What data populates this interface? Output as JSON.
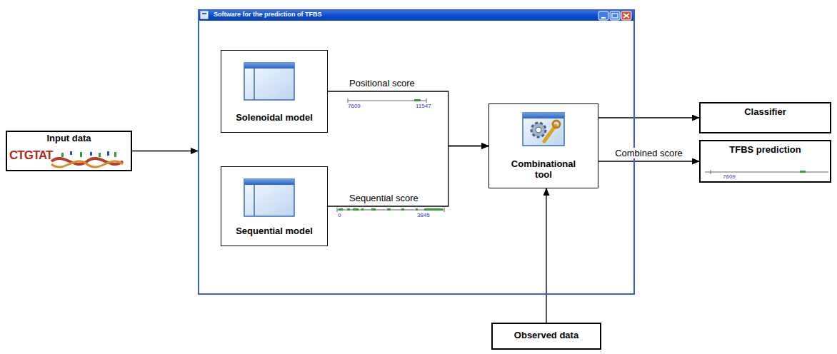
{
  "diagram": {
    "nodes": [
      {
        "text": [
          "Software for the prediction of TFBS"
        ]
      },
      {
        "text": [
          "Input data"
        ]
      },
      {
        "text": [
          "Solenoidal model"
        ],
        "in": 0
      },
      {
        "text": [
          "Sequential model"
        ],
        "in": 0
      },
      {
        "text": [
          "Combinational tool"
        ],
        "in": 0
      },
      {
        "text": [
          "Classifier"
        ]
      },
      {
        "text": [
          "TFBS prediction"
        ]
      },
      {
        "text": [
          "Observed data"
        ]
      }
    ],
    "edges": [
      {
        "from": 1,
        "to": 0,
        "arrow": "to"
      },
      {
        "from": 2,
        "to": 4,
        "label": "Positional score",
        "arrow": "to"
      },
      {
        "from": 3,
        "to": 4,
        "label": "Sequential score",
        "arrow": "to"
      },
      {
        "from": 4,
        "to": 5,
        "arrow": "to"
      },
      {
        "from": 4,
        "to": 6,
        "label": "Combined score",
        "arrow": "to"
      },
      {
        "from": 7,
        "to": 4,
        "arrow": "to"
      }
    ],
    "labels": [
      "7609",
      "11547",
      "0",
      "3845",
      "7609",
      "CTGTAT"
    ]
  }
}
